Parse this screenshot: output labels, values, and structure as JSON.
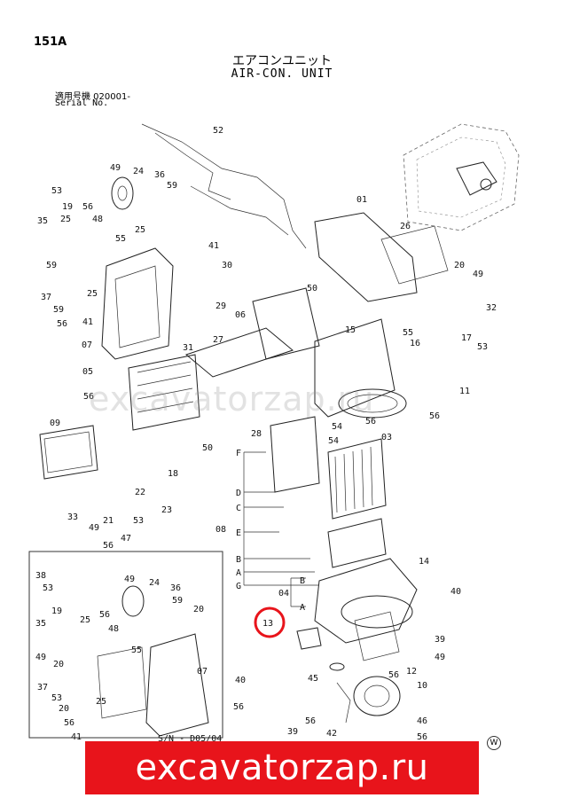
{
  "header": {
    "page_number": "151A",
    "title_jp": "エアコンユニット",
    "title_en": "AIR-CON. UNIT",
    "serial_jp": "適用号機  020001-",
    "serial_en": "Serial No."
  },
  "callouts": {
    "upper": [
      "52",
      "49",
      "24",
      "53",
      "19",
      "56",
      "48",
      "36",
      "59",
      "25",
      "35",
      "55",
      "41",
      "25",
      "59",
      "30",
      "37",
      "25",
      "59",
      "56",
      "41",
      "29",
      "07",
      "06",
      "31",
      "27",
      "05",
      "56",
      "09",
      "28",
      "50",
      "50",
      "15",
      "01",
      "26",
      "20",
      "49",
      "32",
      "55",
      "16",
      "17",
      "53",
      "11",
      "56",
      "54",
      "56",
      "54",
      "03",
      "08",
      "18",
      "22",
      "23",
      "21",
      "33",
      "49",
      "47",
      "53",
      "56",
      "14",
      "40",
      "39",
      "49",
      "56",
      "10",
      "46",
      "56",
      "40",
      "56",
      "39",
      "56",
      "42",
      "45",
      "12"
    ],
    "inset": [
      "38",
      "53",
      "49",
      "24",
      "19",
      "56",
      "48",
      "36",
      "59",
      "20",
      "35",
      "25",
      "49",
      "20",
      "55",
      "07",
      "37",
      "53",
      "20",
      "25",
      "56",
      "41"
    ]
  },
  "sub_assembly_letters": [
    "F",
    "D",
    "C",
    "E",
    "B",
    "A",
    "G"
  ],
  "sub_assembly_labels": {
    "group_08": "08",
    "group_04": "04",
    "b_label": "B",
    "a_label": "A",
    "serial_inset": "S/N - D05/04"
  },
  "highlight": {
    "label": "13",
    "color": "#e8141b"
  },
  "watermark": {
    "center_text": "excavatorzap.ru",
    "banner_text": "excavatorzap.ru",
    "banner_color": "#e8141b",
    "corner_mark": "W"
  }
}
